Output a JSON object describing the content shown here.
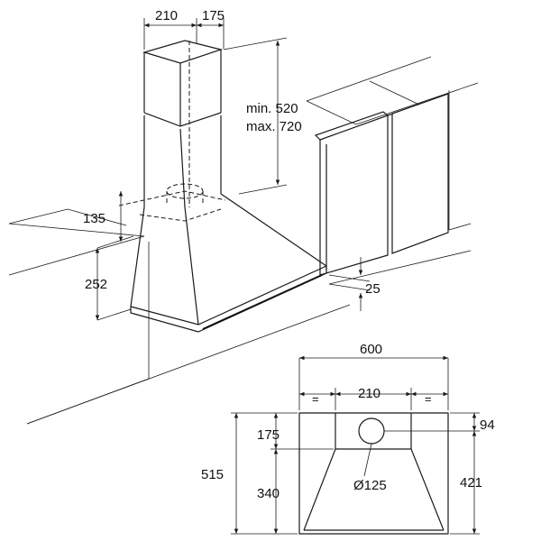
{
  "iso": {
    "w210": "210",
    "w175": "175",
    "minh": "min. 520",
    "maxh": "max. 720",
    "d135": "135",
    "d252": "252",
    "d25": "25"
  },
  "front": {
    "w600": "600",
    "w210": "210",
    "eq": "=",
    "h515": "515",
    "h175": "175",
    "h340": "340",
    "h94": "94",
    "h421": "421",
    "dia": "Ø125"
  }
}
